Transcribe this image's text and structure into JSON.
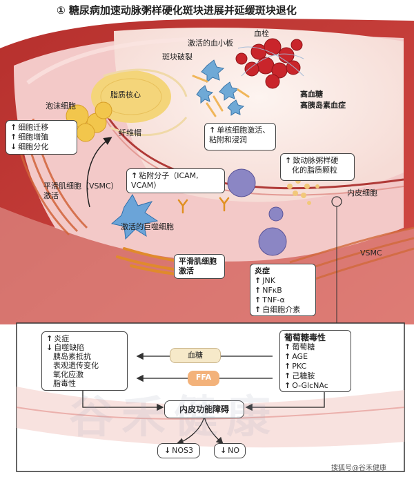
{
  "title": "① 糖尿病加速动脉粥样硬化斑块进展并延缓斑块退化",
  "labels": {
    "thrombus": "血栓",
    "activated_platelets": "激活的血小板",
    "plaque_rupture": "斑块破裂",
    "lipid_core": "脂质核心",
    "foam_cell": "泡沫细胞",
    "fibrous_cap": "纤维帽",
    "hyperglycemia": "高血糖",
    "hyperinsulinemia": "高胰岛素血症",
    "vsmc_activation": "平滑肌细胞（VSMC）\n激活",
    "activated_macrophage": "激活的巨噬细胞",
    "endothelial_cell": "内皮细胞",
    "vsmc": "VSMC"
  },
  "boxes": {
    "cell_effects": [
      "细胞迁移",
      "细胞增殖",
      "细胞分化"
    ],
    "monocyte": [
      "单核细胞激活、",
      "粘附和浸润"
    ],
    "adhesion": [
      "粘附分子（ICAM,",
      "VCAM）"
    ],
    "atherogenic": [
      "致动脉粥样硬",
      "化的脂质颗粒"
    ],
    "smc_activation": [
      "平滑肌细胞",
      "激活"
    ],
    "inflammation": {
      "title": "炎症",
      "items": [
        "JNK",
        "NFκB",
        "TNF-α",
        "白细胞介素"
      ]
    }
  },
  "lower": {
    "left_list": [
      {
        "dir": "up",
        "text": "炎症"
      },
      {
        "dir": "down",
        "text": "自噬缺陷"
      },
      {
        "dir": "",
        "text": "胰岛素抵抗"
      },
      {
        "dir": "",
        "text": "表观遗传变化"
      },
      {
        "dir": "",
        "text": "氧化应激"
      },
      {
        "dir": "",
        "text": "脂毒性"
      }
    ],
    "glucotoxicity": {
      "title": "葡萄糖毒性",
      "items": [
        "葡萄糖",
        "AGE",
        "PKC",
        "己糖胺",
        "O-GlcNAc"
      ]
    },
    "blood_sugar": "血糖",
    "ffa": "FFA",
    "endothelial_dysfunction": "内皮功能障碍",
    "nos3": "NOS3",
    "no": "NO"
  },
  "watermark": "谷禾健康",
  "source": "搜狐号@谷禾健康",
  "colors": {
    "vessel_red": "#c8413e",
    "intima_pink": "#f3c9c8",
    "foam_yellow": "#f2c64c",
    "platelet_blue": "#6fa9d6",
    "macrophage_purple": "#8b86c4",
    "ffa_orange": "#f3b27a",
    "blood_sugar_fill": "#f6e9c9"
  }
}
